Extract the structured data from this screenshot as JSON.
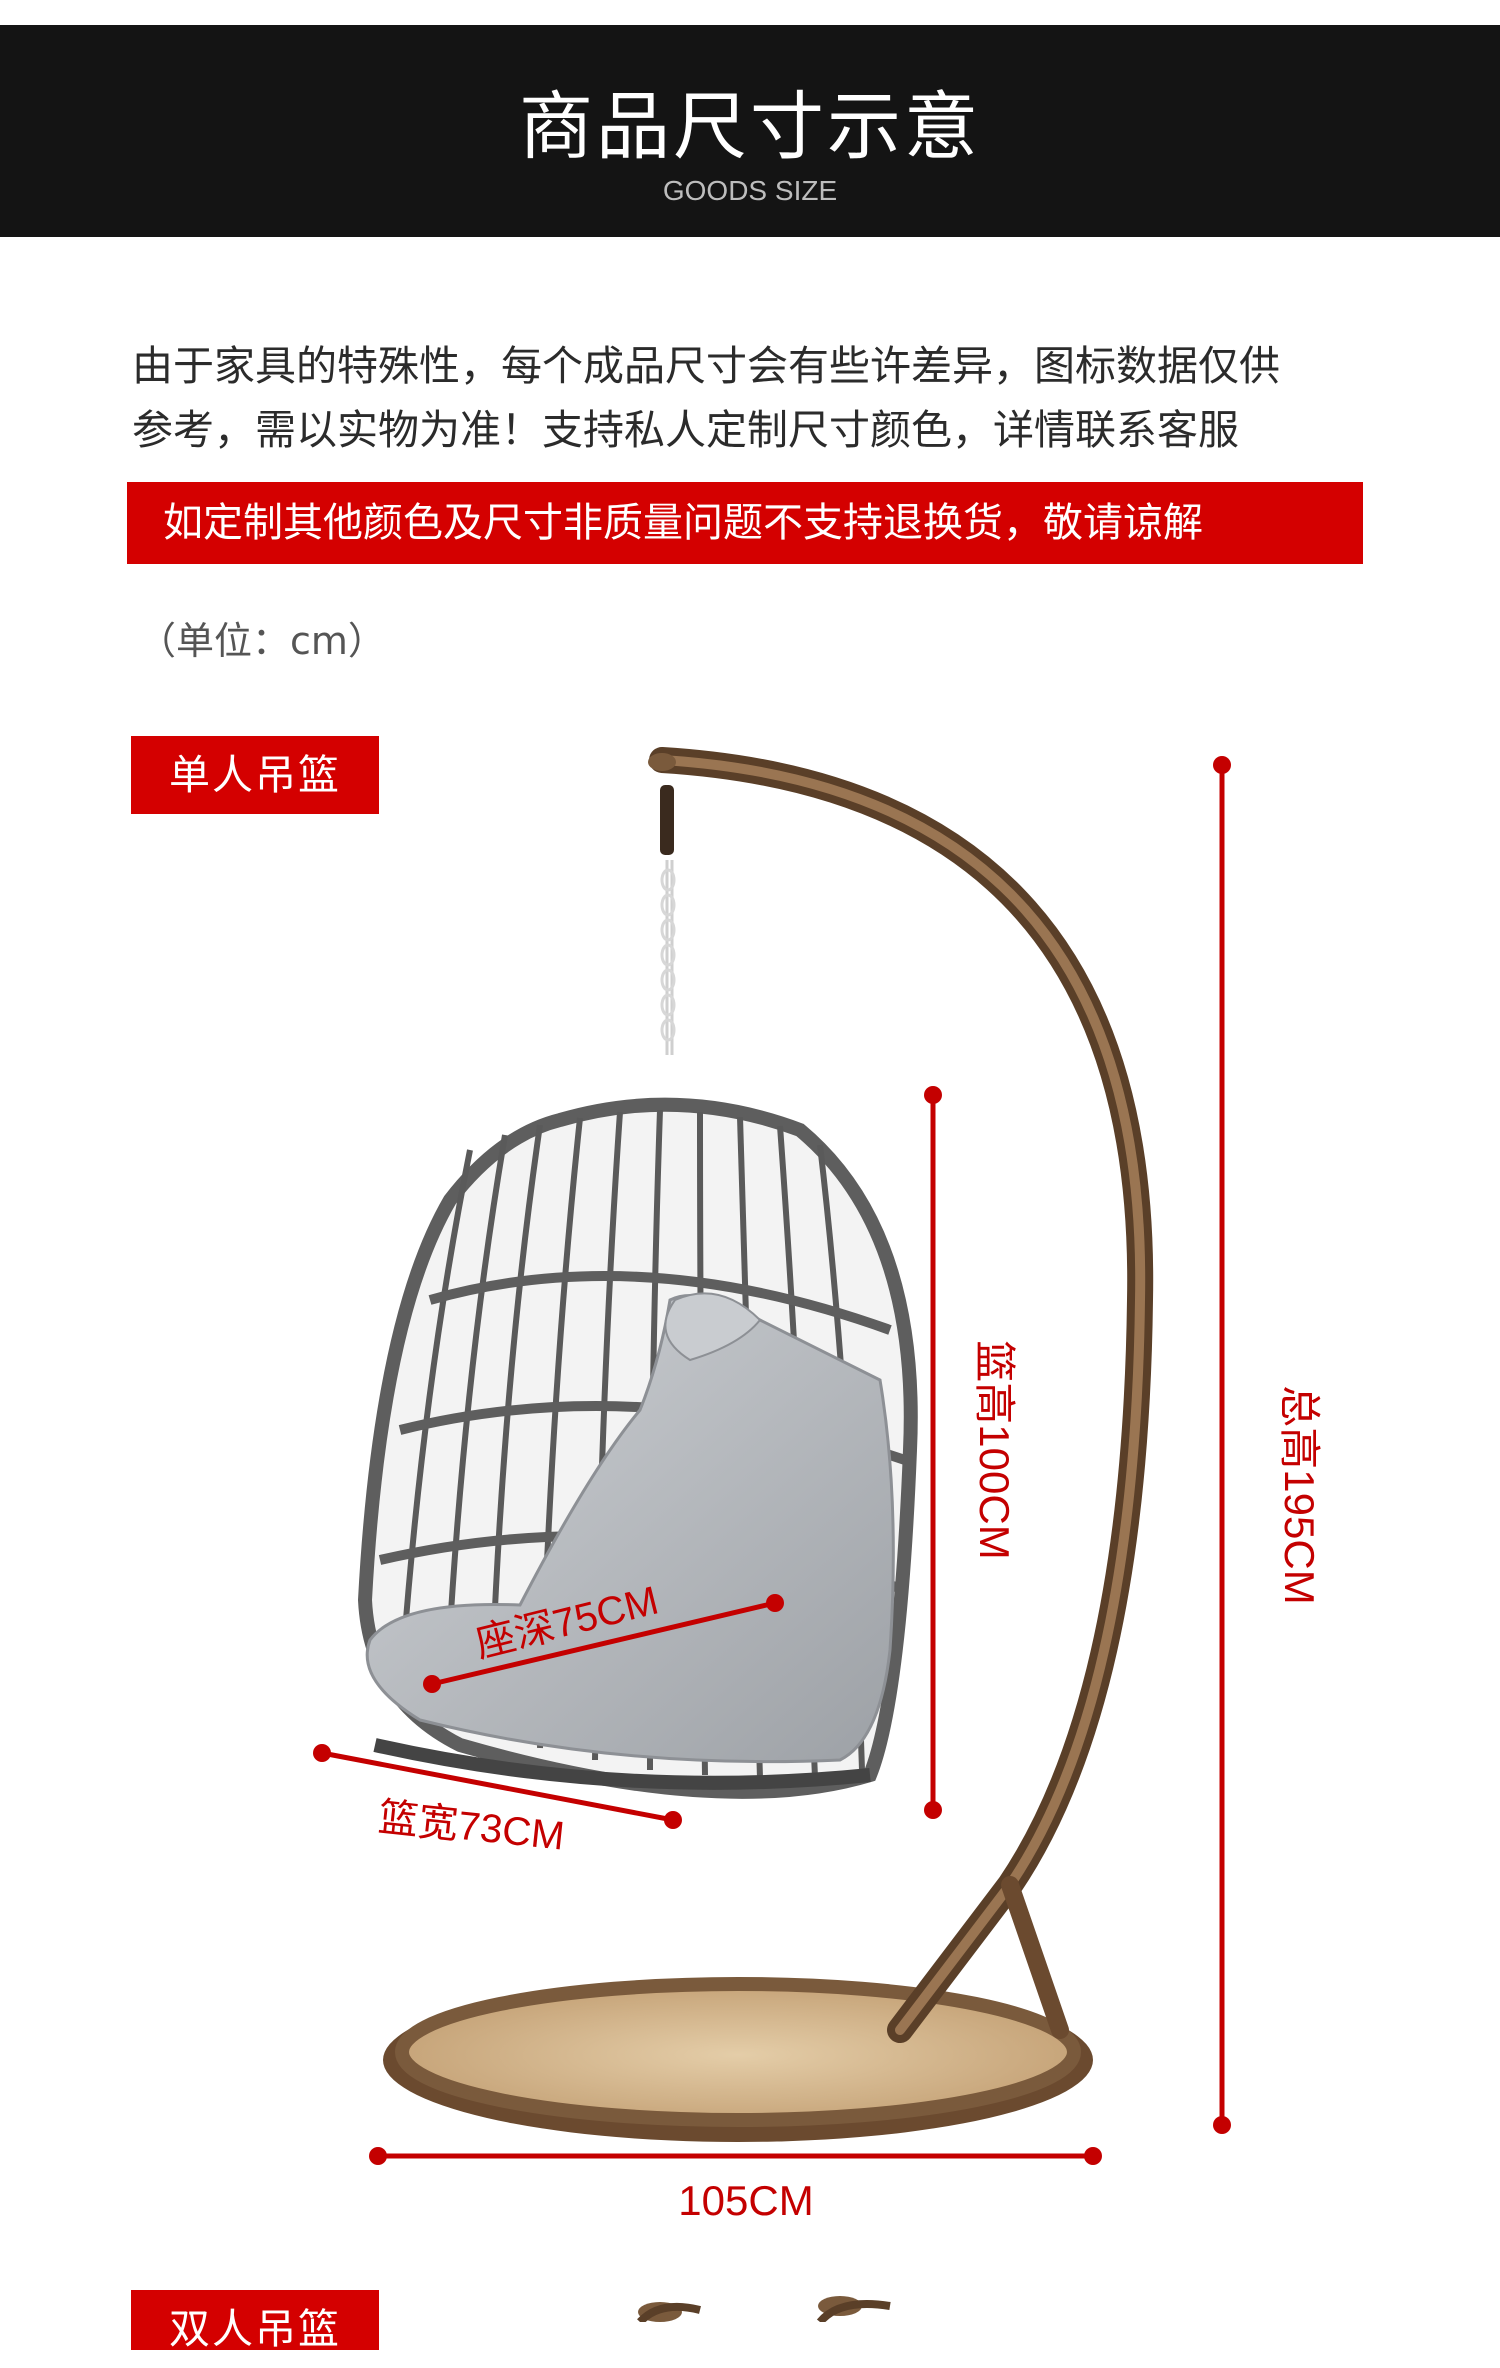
{
  "header": {
    "title": "商品尺寸示意",
    "subtitle": "GOODS SIZE"
  },
  "notice": {
    "line1": "由于家具的特殊性，每个成品尺寸会有些许差异，图标数据仅供",
    "line2": "参考，需以实物为准！支持私人定制尺寸颜色，详情联系客服"
  },
  "warning": "如定制其他颜色及尺寸非质量问题不支持退换货，敬请谅解",
  "unit": "（单位：cm）",
  "tags": {
    "single": "单人吊篮",
    "double": "双人吊篮"
  },
  "dimensions": {
    "basket_height": "篮高100CM",
    "total_height": "总高195CM",
    "seat_depth": "座深75CM",
    "basket_width": "篮宽73CM",
    "base_width": "105CM"
  },
  "colors": {
    "accent": "#d40000",
    "header_bg": "#141414",
    "stand": "#7a5a3c",
    "basket": "#5a5a5a",
    "cushion": "#b9bcc0",
    "base_mat": "#d9bf97"
  }
}
